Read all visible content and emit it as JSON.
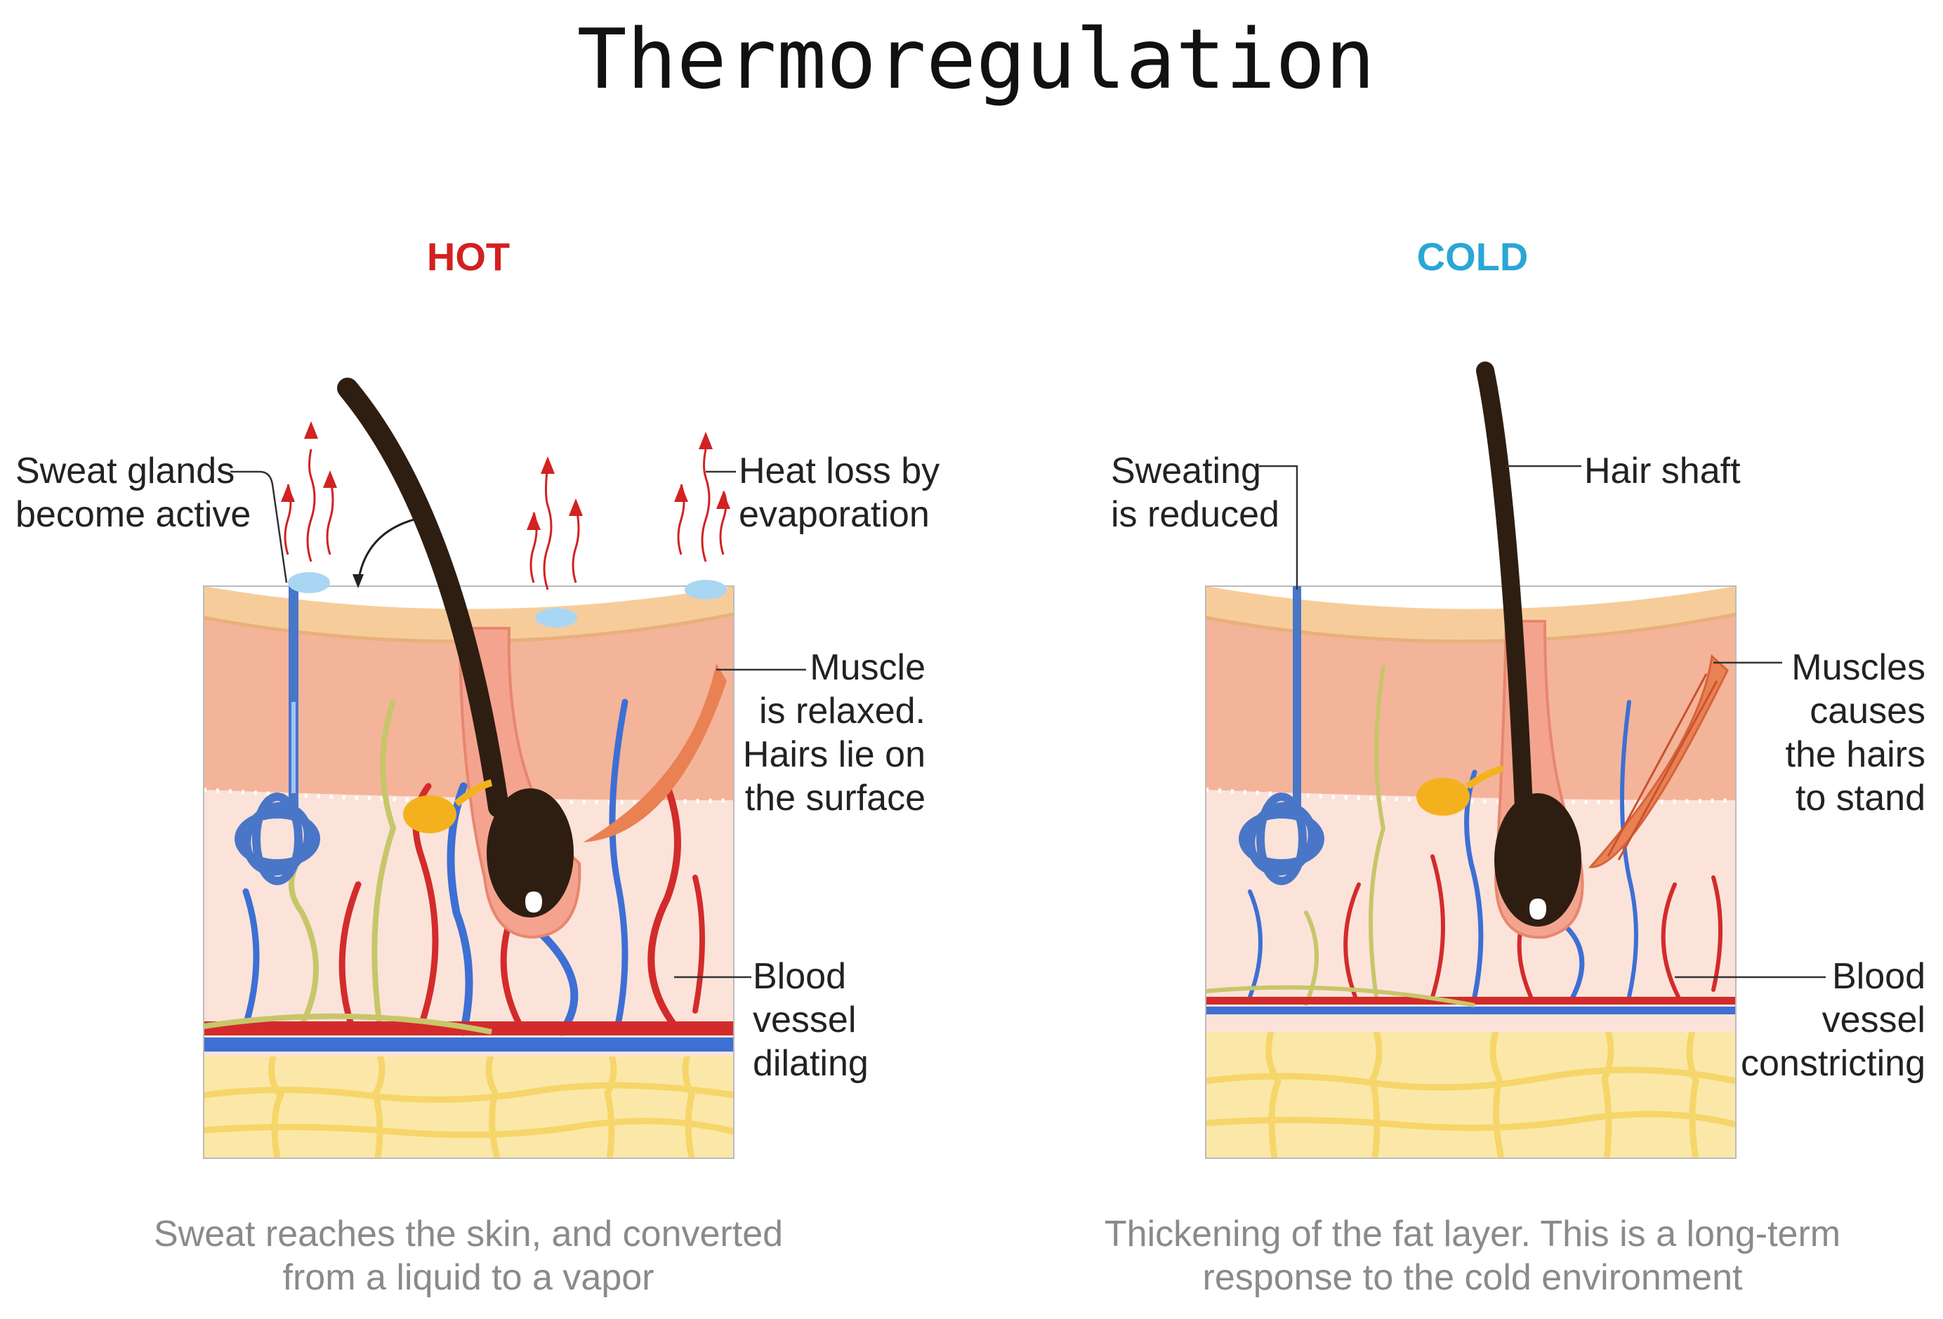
{
  "title": "Thermoregulation",
  "colors": {
    "hot": "#d32020",
    "cold": "#2aa6d6",
    "caption": "#8a8a8a",
    "epidermis": "#f6cd9a",
    "dermis_upper": "#f4b49a",
    "dermis_lower": "#fbe3da",
    "fat": "#fbe8a8",
    "fat_line": "#f6d56a",
    "hair": "#2e1e12",
    "artery": "#d32b2b",
    "vein": "#3d6fd4",
    "nerve": "#c7c66a",
    "sweat_gland": "#4a76c8",
    "muscle": "#e98152",
    "sebaceous": "#f3b21d",
    "arrow": "#d22222"
  },
  "hot": {
    "heading": "HOT",
    "labels": {
      "sweat_glands": [
        "Sweat glands",
        "become active"
      ],
      "heat_loss": [
        "Heat loss by",
        "evaporation"
      ],
      "muscle": [
        "Muscle",
        "is relaxed.",
        "Hairs lie on",
        "the surface"
      ],
      "blood_vessel": [
        "Blood",
        "vessel",
        "dilating"
      ]
    },
    "caption": [
      "Sweat reaches the skin, and converted",
      "from a liquid to a vapor"
    ]
  },
  "cold": {
    "heading": "COLD",
    "labels": {
      "sweating": [
        "Sweating",
        "is reduced"
      ],
      "hair_shaft": [
        "Hair shaft"
      ],
      "muscles": [
        "Muscles",
        "causes",
        "the hairs",
        "to stand"
      ],
      "blood_vessel": [
        "Blood",
        "vessel",
        "constricting"
      ]
    },
    "caption": [
      "Thickening of the fat layer. This is a long-term",
      "response to the cold environment"
    ]
  }
}
